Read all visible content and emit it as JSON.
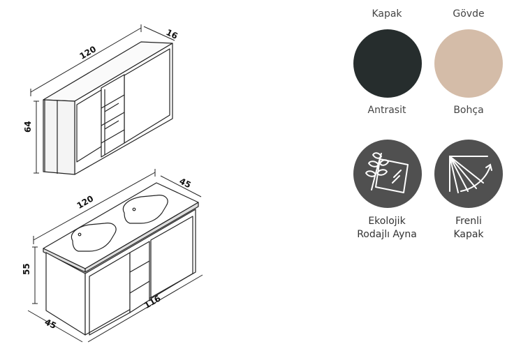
{
  "cabinet_dimensions": {
    "top_width": "120",
    "top_depth": "16",
    "top_height": "64",
    "bottom_width": "120",
    "bottom_depth": "45",
    "bottom_height": "55",
    "bottom_front_width": "116",
    "bottom_side_depth": "45"
  },
  "colors": {
    "kapak_label": "Kapak",
    "govde_label": "Gövde",
    "kapak_color_name": "Antrasit",
    "govde_color_name": "Bohça",
    "kapak_hex": "#262d2d",
    "govde_hex": "#d4bca8"
  },
  "features": [
    {
      "line1": "Ekolojik",
      "line2": "Rodajlı Ayna",
      "icon": "eco-mirror-icon"
    },
    {
      "line1": "Frenli",
      "line2": "Kapak",
      "icon": "soft-close-door-icon"
    }
  ]
}
